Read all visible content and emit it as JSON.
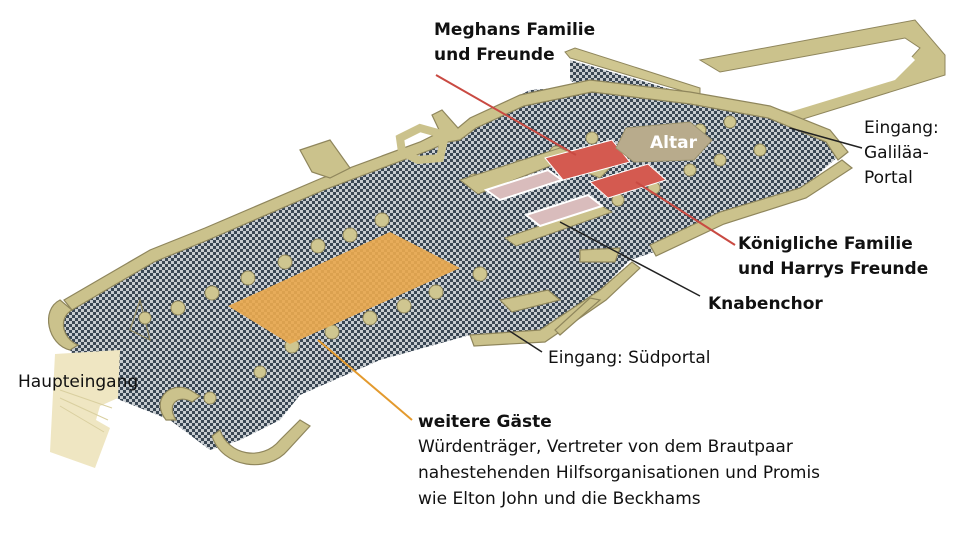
{
  "labels": {
    "meghans": [
      "Meghans Familie",
      "und Freunde"
    ],
    "altar": "Altar",
    "galilaa": [
      "Eingang:",
      "Galiläa-",
      "Portal"
    ],
    "koenigliche": [
      "Königliche Familie",
      "und Harrys Freunde"
    ],
    "knabenchor": "Knabenchor",
    "suedportal": "Eingang: Südportal",
    "haupteingang": "Haupteingang",
    "gaeste_title": "weitere Gäste",
    "gaeste_desc": [
      "Würdenträger, Vertreter von dem Brautpaar",
      "nahestehenden Hilfsorganisationen und Promis",
      "wie Elton John und die Beckhams"
    ]
  },
  "colors": {
    "wall": "#c9c08a",
    "wall_shadow": "#8f865c",
    "floor": "#3d4b57",
    "meghans_zone": "#d45a50",
    "koenig_zone": "#d45a50",
    "choir_zone": "#d9bcbc",
    "altar_zone": "#b8ab8c",
    "guests_zone": "#e9a94f",
    "red_line": "#c94a42",
    "orange_line": "#e39a2e",
    "dark_line": "#222222"
  }
}
